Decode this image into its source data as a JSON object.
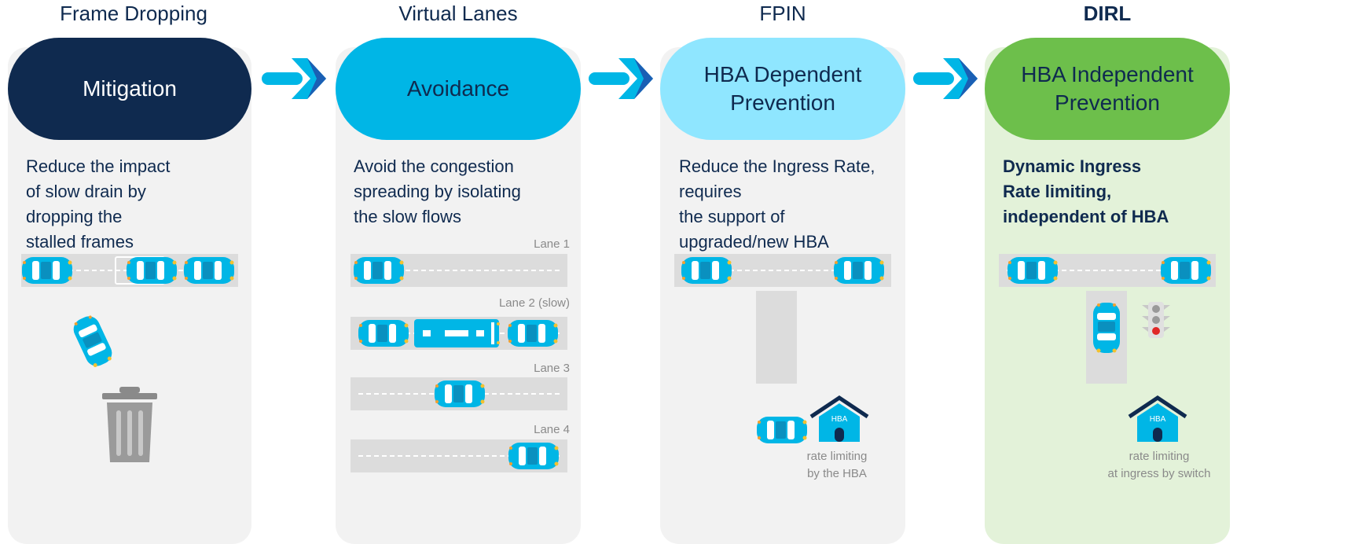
{
  "columns": [
    {
      "title": "Frame Dropping",
      "pill": "Mitigation",
      "desc": "Reduce the impact\nof slow drain by\ndropping the\nstalled frames",
      "pill_color": "#0f2a4f",
      "pill_text": "#ffffff",
      "panel_color": "#f2f2f2"
    },
    {
      "title": "Virtual Lanes",
      "pill": "Avoidance",
      "desc": "Avoid the congestion\nspreading by isolating\nthe slow flows",
      "pill_color": "#00b6e6",
      "pill_text": "#0f2a4f",
      "panel_color": "#f2f2f2"
    },
    {
      "title": "FPIN",
      "pill": "HBA Dependent\nPrevention",
      "desc": "Reduce the Ingress Rate,\nrequires\nthe support of\nupgraded/new HBA",
      "pill_color": "#8fe6ff",
      "pill_text": "#0f2a4f",
      "panel_color": "#f2f2f2"
    },
    {
      "title": "DIRL",
      "pill": "HBA Independent\nPrevention",
      "desc": "Dynamic Ingress\nRate limiting,\nindependent of HBA",
      "pill_color": "#6dbf4b",
      "pill_text": "#0f2a4f",
      "panel_color": "#e3f2d9"
    }
  ],
  "lanes": [
    "Lane 1",
    "Lane 2 (slow)",
    "Lane 3",
    "Lane 4"
  ],
  "hba_label": "HBA",
  "fpin_caption": "rate limiting\nby the HBA",
  "dirl_caption": "rate limiting\nat ingress by switch",
  "colors": {
    "car": "#00b6e6",
    "arrow_light": "#00b6e6",
    "arrow_dark": "#1a5fb4",
    "road": "#dcdcdc"
  }
}
